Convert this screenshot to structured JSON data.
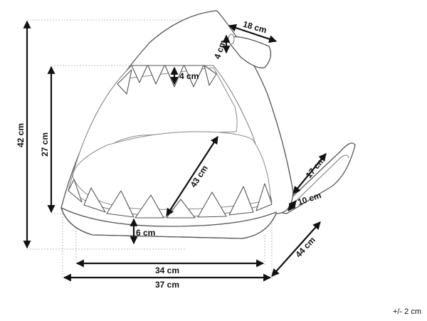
{
  "dimensions": {
    "height_total": "42 cm",
    "height_opening": "27 cm",
    "fin_length": "18 cm",
    "fin_width": "4 cm",
    "tooth_height": "4 cm",
    "opening_diagonal": "43 cm",
    "tail_length": "17 cm",
    "tail_width": "10 cm",
    "base_height": "6 cm",
    "depth": "44 cm",
    "inner_width": "34 cm",
    "outer_width": "37 cm"
  },
  "tolerance": "+/- 2 cm"
}
